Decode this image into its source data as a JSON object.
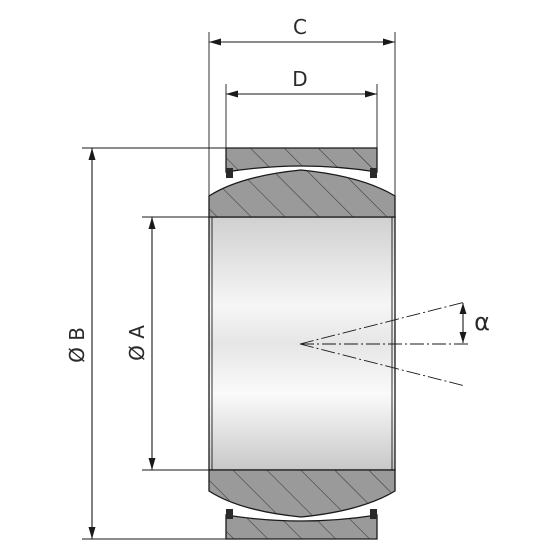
{
  "labels": {
    "c": "C",
    "d": "D",
    "b": "Ø B",
    "a": "Ø A",
    "alpha": "α"
  },
  "colors": {
    "ring_fill": "#9a9a9a",
    "line": "#1a1a1a",
    "bore_light": "#f4f4f4",
    "bore_dark": "#c9c9c9"
  }
}
